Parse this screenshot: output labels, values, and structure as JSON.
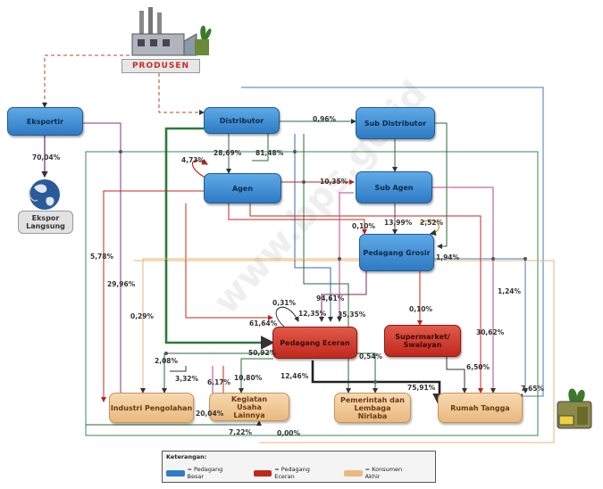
{
  "watermark": "www.bps.go.id",
  "nodes": {
    "produsen": "PRODUSEN",
    "eksportir": "Eksportir",
    "distributor": "Distributor",
    "sub_distributor": "Sub Distributor",
    "agen": "Agen",
    "sub_agen": "Sub Agen",
    "pedagang_grosir": "Pedagang Grosir",
    "pedagang_eceran": "Pedagang Eceran",
    "supermarket": "Supermarket/ Swalayan",
    "ekspor_langsung": "Ekspor Langsung",
    "industri": "Industri Pengolahan",
    "kegiatan_usaha": "Kegiatan Usaha Lainnya",
    "pemerintah": "Pemerintah dan Lembaga Nirlaba",
    "rumah_tangga": "Rumah Tangga"
  },
  "percentages": {
    "p0_96": "0,96%",
    "p70_04": "70,04%",
    "p28_69": "28,69%",
    "p81_48": "81,48%",
    "p4_73": "4,73%",
    "p10_35": "10,35%",
    "p0_10a": "0,10%",
    "p13_99": "13,99%",
    "p2_52": "2,52%",
    "p1_94": "1,94%",
    "p5_78": "5,78%",
    "p29_96": "29,96%",
    "p0_29": "0,29%",
    "p94_61": "94,61%",
    "p35_35": "35,35%",
    "p12_35": "12,35%",
    "p0_31": "0,31%",
    "p61_64": "61,64%",
    "p50_92": "50,92%",
    "p1_24": "1,24%",
    "p0_10b": "0,10%",
    "p30_62": "30,62%",
    "p0_54": "0,54%",
    "p6_50": "6,50%",
    "p75_91": "75,91%",
    "p7_65": "7,65%",
    "p2_08": "2,08%",
    "p3_32": "3,32%",
    "p6_17": "6,17%",
    "p10_80": "10,80%",
    "p12_46": "12,46%",
    "p20_04": "20,04%",
    "p7_22": "7,22%",
    "p0_00": "0,00%"
  },
  "legend": {
    "title": "Keterangan:",
    "blue": "= Pedagang Besar",
    "red": "= Pedagang Eceran",
    "tan": "= Konsumen Akhir"
  },
  "colors": {
    "pedagang_besar": "#2f7bc4",
    "pedagang_eceran": "#c0281e",
    "konsumen_akhir": "#e9b97e"
  },
  "icons": {
    "factory": "factory-icon",
    "globe": "globe-icon",
    "shopper": "house-icon"
  }
}
